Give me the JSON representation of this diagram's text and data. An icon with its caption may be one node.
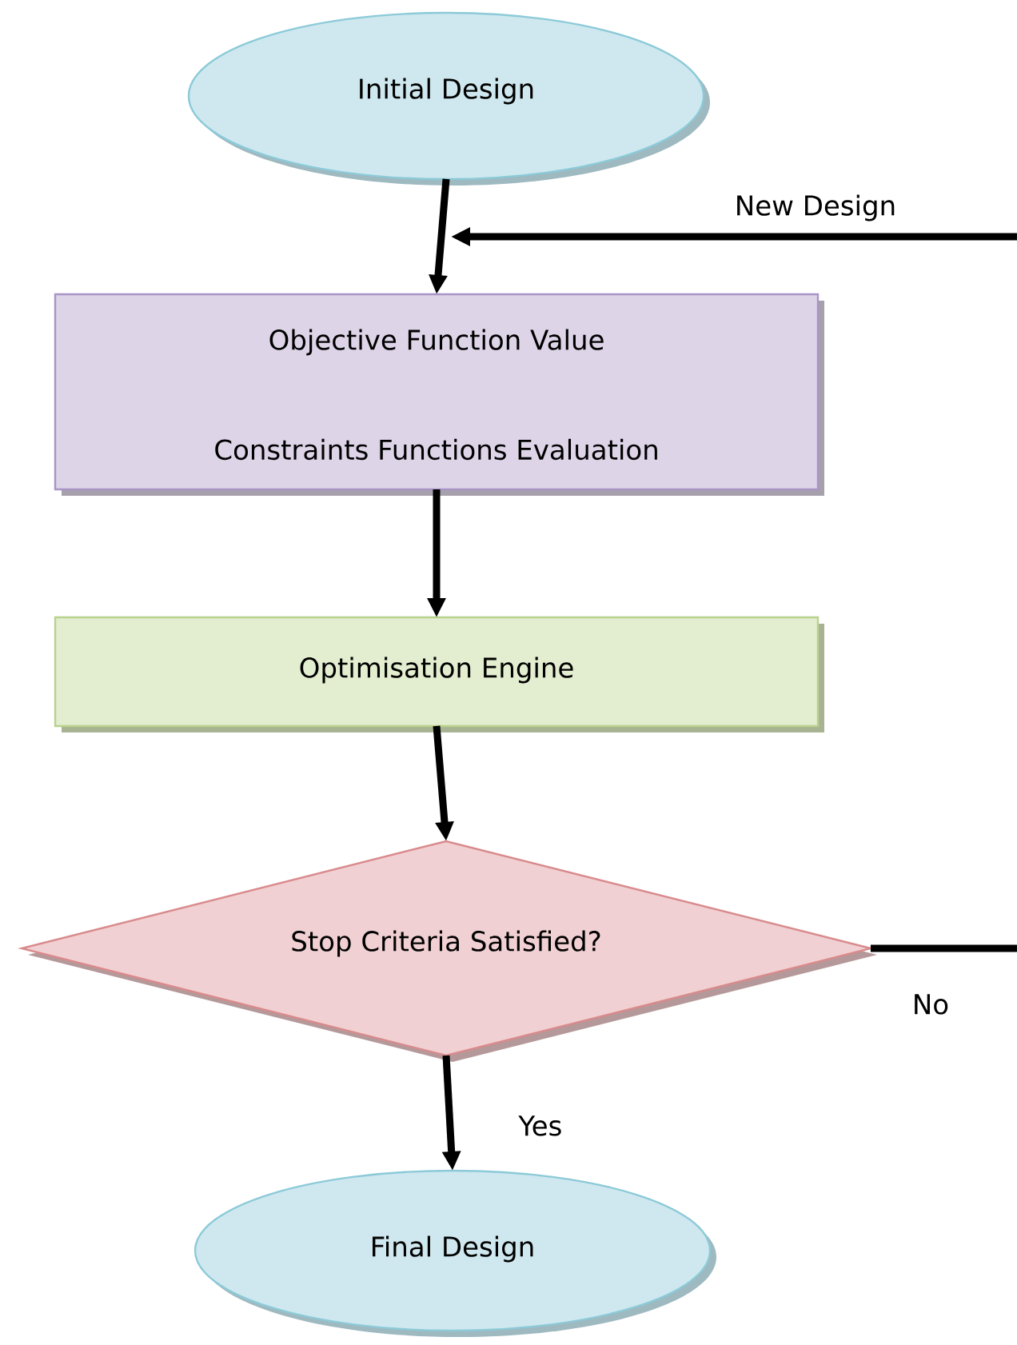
{
  "diagram": {
    "nodes": [
      {
        "text": [
          "Initial Design"
        ]
      },
      {
        "text": [
          "Objective Function Value",
          "Constraints Functions Evaluation"
        ]
      },
      {
        "text": [
          "Optimisation Engine"
        ]
      },
      {
        "text": [
          "Stop Criteria Satisfied?"
        ]
      },
      {
        "text": [
          "Final Design"
        ]
      }
    ],
    "edges": [
      {
        "from": 0,
        "to": 1,
        "arrow": "to"
      },
      {
        "from": 1,
        "to": 2,
        "arrow": "to"
      },
      {
        "from": 2,
        "to": 3,
        "arrow": "to"
      },
      {
        "from": 3,
        "to": 4,
        "arrow": "to",
        "label": "Yes"
      },
      {
        "from": 3,
        "to": null,
        "arrow": "none",
        "label": "No"
      },
      {
        "from": null,
        "to": 1,
        "arrow": "to",
        "label": "New Design"
      }
    ]
  }
}
